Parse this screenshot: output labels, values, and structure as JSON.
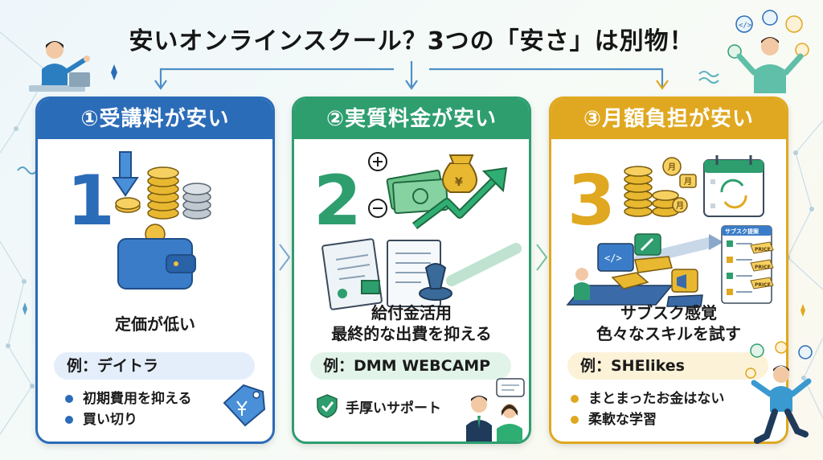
{
  "title": "安いオンラインスクール？3つの「安さ」は別物！",
  "colors": {
    "blue": "#2b6cb8",
    "green": "#2e9e6f",
    "yellow": "#e0a820"
  },
  "cards": [
    {
      "header": "①受講料が安い",
      "number": "1",
      "feature_lines": [
        "定価が低い"
      ],
      "example": "例：デイトラ",
      "bullets": [
        "初期費用を抑える",
        "買い切り"
      ],
      "icons": [
        "down-arrow-icon",
        "yen-coin-icon",
        "wallet-icon",
        "price-tag-icon"
      ]
    },
    {
      "header": "②実質料金が安い",
      "number": "2",
      "feature_lines": [
        "給付金活用",
        "最終的な出費を抑える"
      ],
      "example": "例：DMM WEBCAMP",
      "support": "手厚いサポート",
      "icons": [
        "plus-icon",
        "minus-icon",
        "money-bag-icon",
        "trend-up-arrow-icon",
        "document-icon",
        "stamp-icon",
        "shield-check-icon"
      ]
    },
    {
      "header": "③月額負担が安い",
      "number": "3",
      "feature_lines": [
        "サブスク感覚",
        "色々なスキルを試す"
      ],
      "example": "例：SHElikes",
      "bullets": [
        "まとまったお金はない",
        "柔軟な学習"
      ],
      "art_labels": {
        "month": "月",
        "subscription_board": "サブスク提案",
        "price": "PRICE"
      },
      "icons": [
        "coin-stack-icon",
        "calendar-cycle-icon",
        "code-icon",
        "pencil-icon",
        "megaphone-icon"
      ]
    }
  ]
}
